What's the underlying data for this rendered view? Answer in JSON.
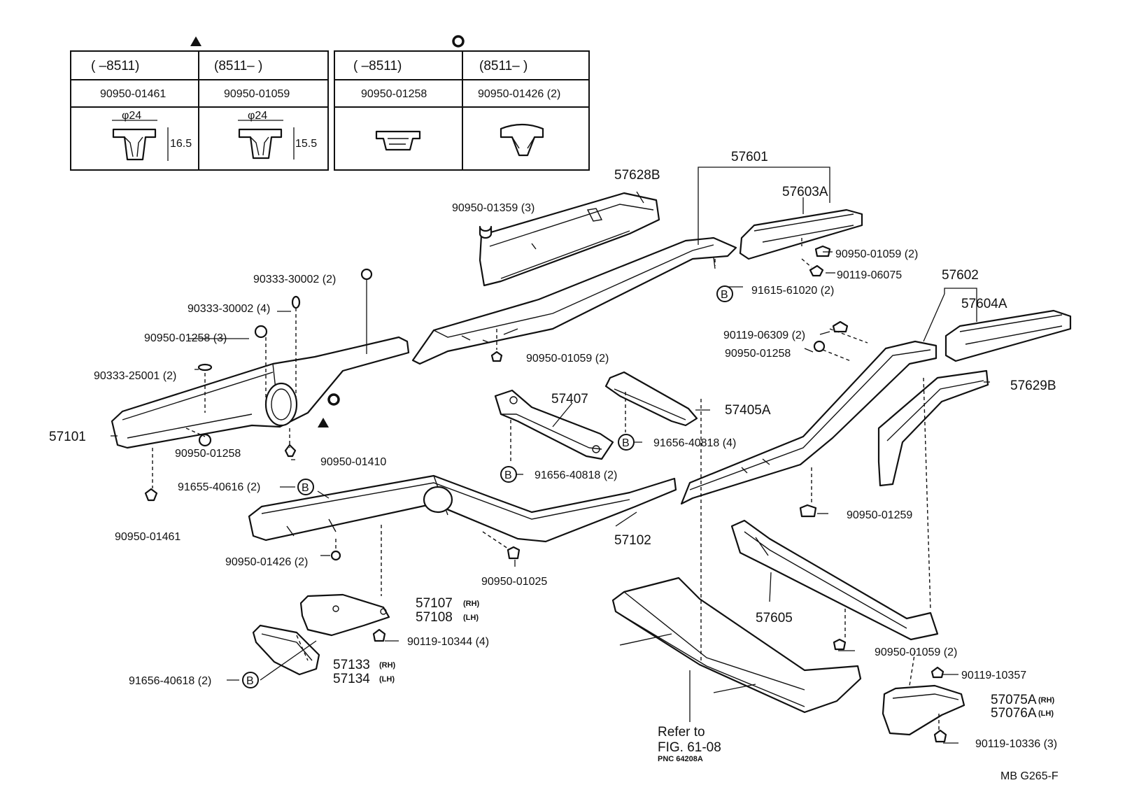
{
  "clip_tables": [
    {
      "marker": "triangle",
      "columns": [
        {
          "range": "(        –8511)",
          "part": "90950-01461",
          "dia": "φ24",
          "height": "16.5"
        },
        {
          "range": "(8511–        )",
          "part": "90950-01059",
          "dia": "φ24",
          "height": "15.5"
        }
      ]
    },
    {
      "marker": "circle",
      "columns": [
        {
          "range": "(        –8511)",
          "part": "90950-01258"
        },
        {
          "range": "(8511–        )",
          "part": "90950-01426 (2)"
        }
      ]
    }
  ],
  "labels": {
    "l_57601": "57601",
    "l_57628B": "57628B",
    "l_57603A": "57603A",
    "l_9095001359": "90950-01359 (3)",
    "l_9095001059a": "90950-01059 (2)",
    "l_9011906075": "90119-06075",
    "l_9161561020": "91615-61020 (2)",
    "l_57602": "57602",
    "l_57604A": "57604A",
    "l_9033330002a": "90333-30002 (2)",
    "l_9033330002b": "90333-30002 (4)",
    "l_9095001258a": "90950-01258 (3)",
    "l_9033325001": "90333-25001 (2)",
    "l_57101": "57101",
    "l_9095001258b": "90950-01258",
    "l_9095001410": "90950-01410",
    "l_9165540616": "91655-40616 (2)",
    "l_9095001461": "90950-01461",
    "l_9095001059b": "90950-01059 (2)",
    "l_57407": "57407",
    "l_57405A": "57405A",
    "l_9165640818a": "91656-40818 (4)",
    "l_9165640818b": "91656-40818 (2)",
    "l_9011906309": "90119-06309 (2)",
    "l_9095001258c": "90950-01258",
    "l_57629B": "57629B",
    "l_9095001259": "90950-01259",
    "l_57102": "57102",
    "l_9095001426": "90950-01426 (2)",
    "l_9095001025": "90950-01025",
    "l_57107": "57107",
    "l_57108": "57108",
    "l_9011910344": "90119-10344 (4)",
    "l_57133": "57133",
    "l_57134": "57134",
    "l_9165640618": "91656-40618 (2)",
    "l_57605": "57605",
    "l_9095001059c": "90950-01059 (2)",
    "l_9011910357": "90119-10357",
    "l_57075A": "57075A",
    "l_57076A": "57076A",
    "l_9011910336": "90119-10336 (3)",
    "refer1": "Refer to",
    "refer2": "FIG. 61-08",
    "refer3": "PNC 64208A",
    "rh": "(RH)",
    "lh": "(LH)",
    "marker_b": "B",
    "footer": "MB  G265-F"
  }
}
